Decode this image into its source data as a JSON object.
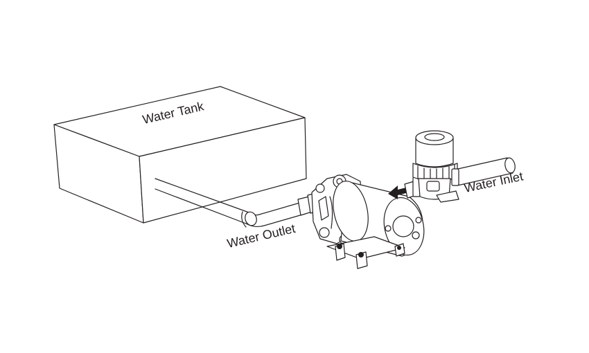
{
  "labels": {
    "tank": "Water Tank",
    "outlet": "Water Outlet",
    "inlet": "Water Inlet"
  },
  "colors": {
    "line": "#231f20",
    "background": "#ffffff"
  }
}
